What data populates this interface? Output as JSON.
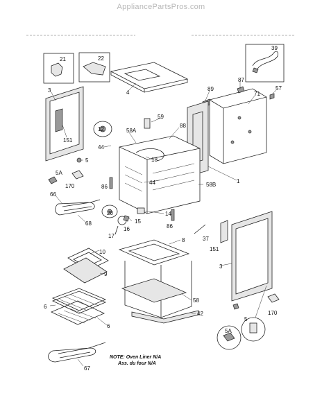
{
  "watermark": "AppliancePartsPros.com",
  "note": {
    "line1": "NOTE: Oven Liner N/A",
    "line2": "Ass. du four N/A"
  },
  "callouts": {
    "c21": "21",
    "c22": "22",
    "c39": "39",
    "c3a": "3",
    "c4": "4",
    "c89": "89",
    "c87": "87",
    "c71": "71",
    "c57": "57",
    "c151a": "151",
    "c12": "12",
    "c59": "59",
    "c88": "88",
    "c58A": "58A",
    "c44a": "44",
    "c18": "18",
    "c5a": "5",
    "c5A": "5A",
    "c170a": "170",
    "c44b": "44",
    "c86a": "86",
    "c1": "1",
    "c58B": "58B",
    "c66": "66",
    "c68": "68",
    "c20": "20",
    "c14": "14",
    "c16": "16",
    "c15": "15",
    "c17": "17",
    "c86b": "86",
    "c37": "37",
    "c151b": "151",
    "c10": "10",
    "c8": "8",
    "c9": "9",
    "c3b": "3",
    "c6a": "6",
    "c6b": "6",
    "c58": "58",
    "c42": "42",
    "c5A2": "5A",
    "c5b": "5",
    "c170b": "170",
    "c67": "67"
  }
}
